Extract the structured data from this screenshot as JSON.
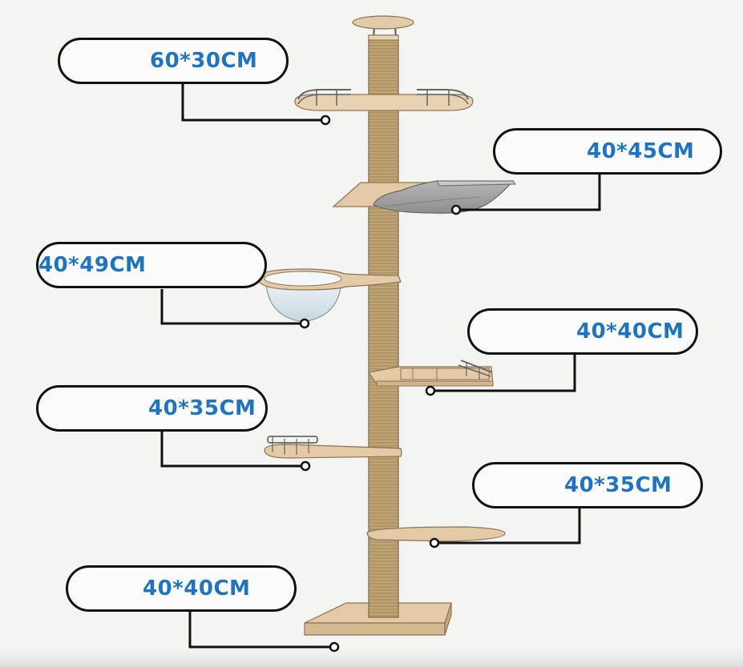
{
  "diagram": {
    "subject": "cat tree",
    "colors": {
      "label_text": "#1f73bf",
      "outline": "#111111",
      "wood": "#e3c9a4",
      "sisal_pole": "#b9a06f",
      "background": "#f4f4f3"
    },
    "callouts": [
      {
        "id": "top-platform",
        "label": "60*30CM",
        "side": "left"
      },
      {
        "id": "hammock",
        "label": "40*45CM",
        "side": "right"
      },
      {
        "id": "bowl-bed",
        "label": "40*49CM",
        "side": "left"
      },
      {
        "id": "fenced-square-platform",
        "label": "40*40CM",
        "side": "right"
      },
      {
        "id": "fenced-round-platform",
        "label": "40*35CM",
        "side": "left"
      },
      {
        "id": "round-platform",
        "label": "40*35CM",
        "side": "right"
      },
      {
        "id": "base",
        "label": "40*40CM",
        "side": "left"
      }
    ]
  }
}
